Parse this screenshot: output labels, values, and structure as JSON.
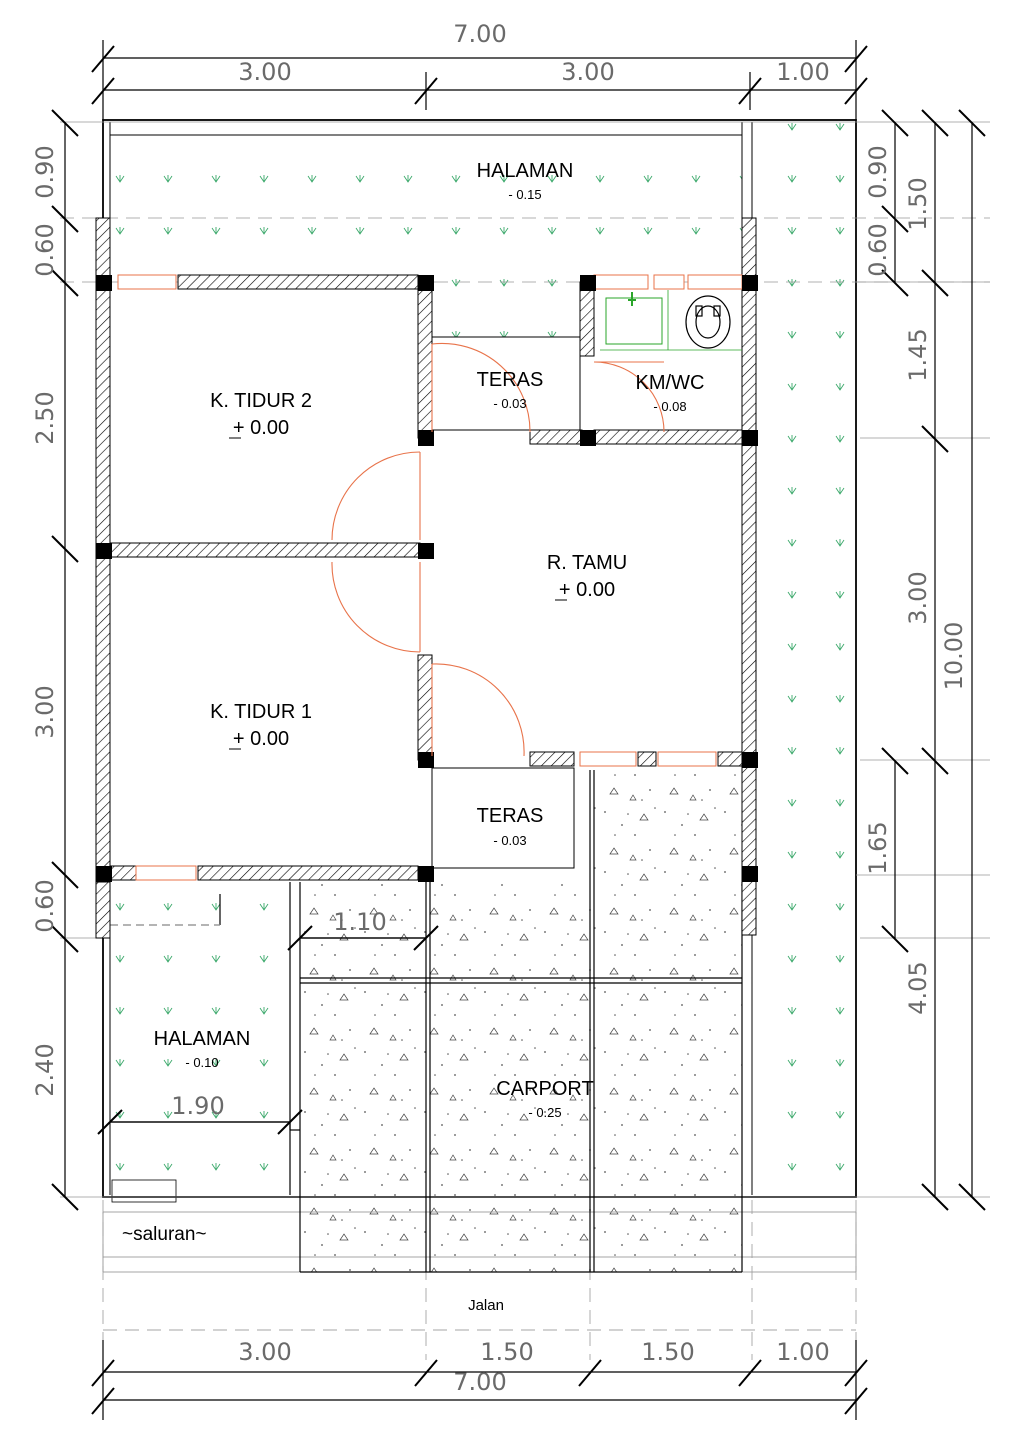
{
  "rooms": {
    "halaman_top": {
      "name": "HALAMAN",
      "level": "- 0.15"
    },
    "teras_top": {
      "name": "TERAS",
      "level": "- 0.03"
    },
    "kmwc": {
      "name": "KM/WC",
      "level": "- 0.08"
    },
    "tidur2": {
      "name": "K. TIDUR 2",
      "level": "+ 0.00"
    },
    "tamu": {
      "name": "R. TAMU",
      "level": "+ 0.00"
    },
    "tidur1": {
      "name": "K. TIDUR 1",
      "level": "+ 0.00"
    },
    "teras_bottom": {
      "name": "TERAS",
      "level": "- 0.03"
    },
    "halaman_bottom": {
      "name": "HALAMAN",
      "level": "- 0.10"
    },
    "carport": {
      "name": "CARPORT",
      "level": "- 0.25"
    }
  },
  "labels": {
    "canal": "~saluran~",
    "road": "Jalan"
  },
  "dims": {
    "top_total": "7.00",
    "top": [
      "3.00",
      "3.00",
      "1.00"
    ],
    "bottom_total": "7.00",
    "bottom": [
      "3.00",
      "1.50",
      "1.50",
      "1.00"
    ],
    "left": [
      "0.90",
      "0.60",
      "2.50",
      "3.00",
      "0.60",
      "2.40"
    ],
    "right_inner": [
      "0.90",
      "0.60"
    ],
    "right_mid": [
      "1.50",
      "1.45",
      "3.00",
      "1.65",
      "4.05"
    ],
    "right_total": "10.00",
    "inner": [
      "1.10",
      "1.90"
    ]
  },
  "colors": {
    "wall": "#000000",
    "door": "#e8734a",
    "plant": "#3aa86a",
    "fixture": "#2aa52a",
    "dimension": "#6a6a6a"
  }
}
